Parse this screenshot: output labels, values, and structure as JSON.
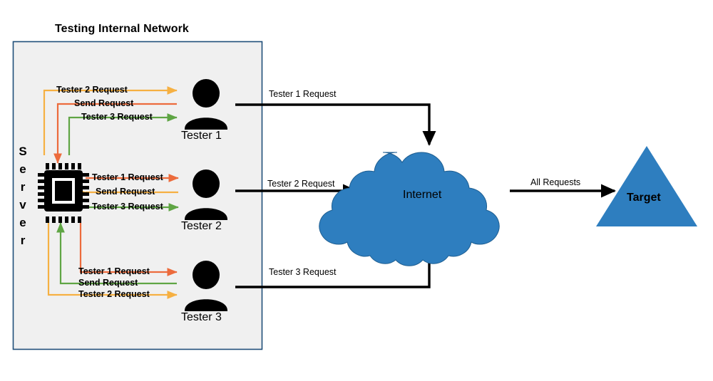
{
  "diagram": {
    "title_visible": "Testing Internal Network",
    "colors": {
      "panel_border": "#1F4E79",
      "panel_fill": "#F0F0F0",
      "flow_orange": "#F6B042",
      "flow_redorange": "#EC6B3C",
      "flow_green": "#5FA544",
      "black": "#000000",
      "cloud_blue": "#2E7EBF",
      "target_blue": "#2E7EBF"
    }
  },
  "panel": {
    "title": "Testing Internal Network"
  },
  "server": {
    "label": "Server",
    "letters": [
      "S",
      "e",
      "r",
      "v",
      "e",
      "r"
    ],
    "icon": "cpu-chip-icon"
  },
  "testers": [
    {
      "name": "Tester 1",
      "icon": "person-icon",
      "internal_flows": [
        {
          "label": "Tester 2 Request",
          "color": "#F6B042"
        },
        {
          "label": "Send Request",
          "color": "#EC6B3C"
        },
        {
          "label": "Tester 3 Request",
          "color": "#5FA544"
        }
      ],
      "external_flow": "Tester 1 Request"
    },
    {
      "name": "Tester 2",
      "icon": "person-icon",
      "internal_flows": [
        {
          "label": "Tester 1 Request",
          "color": "#EC6B3C"
        },
        {
          "label": "Send Request",
          "color": "#F6B042"
        },
        {
          "label": "Tester 3 Request",
          "color": "#5FA544"
        }
      ],
      "external_flow": "Tester 2 Request"
    },
    {
      "name": "Tester 3",
      "icon": "person-icon",
      "internal_flows": [
        {
          "label": "Tester 1 Request",
          "color": "#EC6B3C"
        },
        {
          "label": "Send Request",
          "color": "#5FA544"
        },
        {
          "label": "Tester 2 Request",
          "color": "#F6B042"
        }
      ],
      "external_flow": "Tester 3 Request"
    }
  ],
  "cloud": {
    "label": "Internet",
    "icon": "cloud-icon"
  },
  "target": {
    "label": "Target",
    "icon": "triangle-icon"
  },
  "edges": {
    "cloud_to_target": "All Requests"
  }
}
